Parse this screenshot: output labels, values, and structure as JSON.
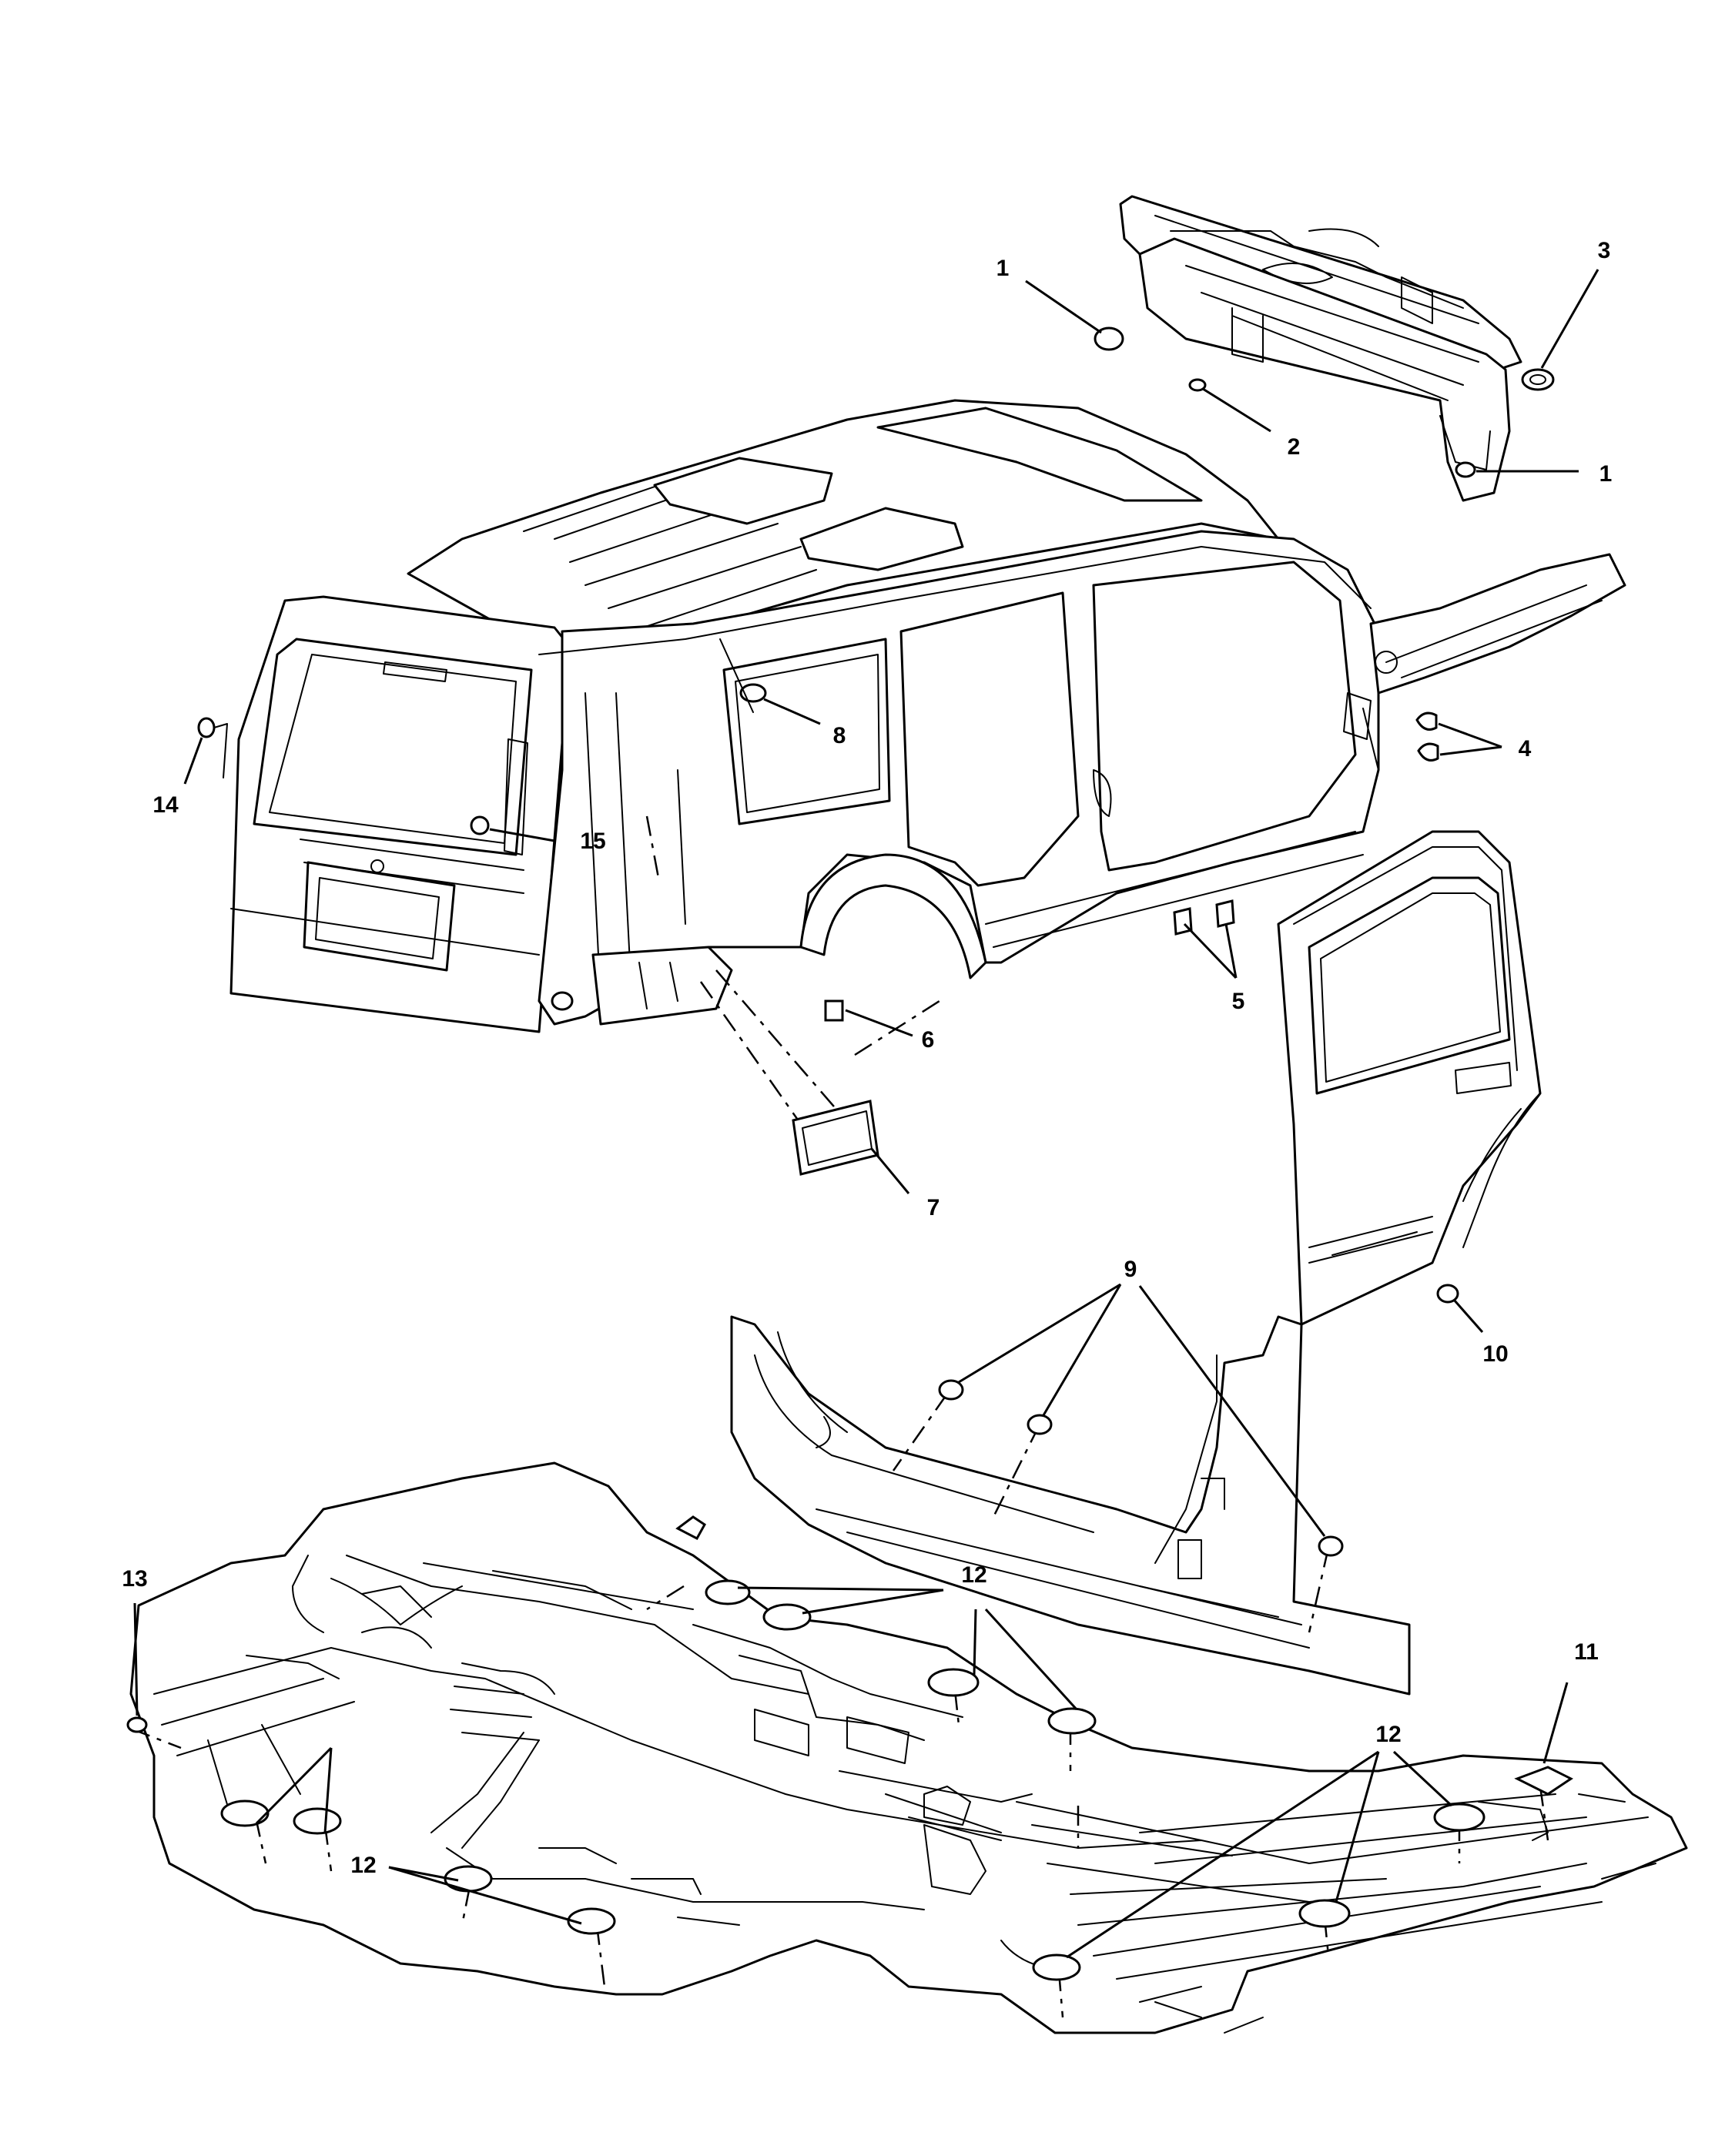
{
  "diagram": {
    "callouts": {
      "c1a": "1",
      "c1b": "1",
      "c2": "2",
      "c3": "3",
      "c4": "4",
      "c5": "5",
      "c6": "6",
      "c7": "7",
      "c8": "8",
      "c9": "9",
      "c10": "10",
      "c11": "11",
      "c12a": "12",
      "c12b": "12",
      "c12c": "12",
      "c13": "13",
      "c14": "14",
      "c15": "15"
    }
  }
}
